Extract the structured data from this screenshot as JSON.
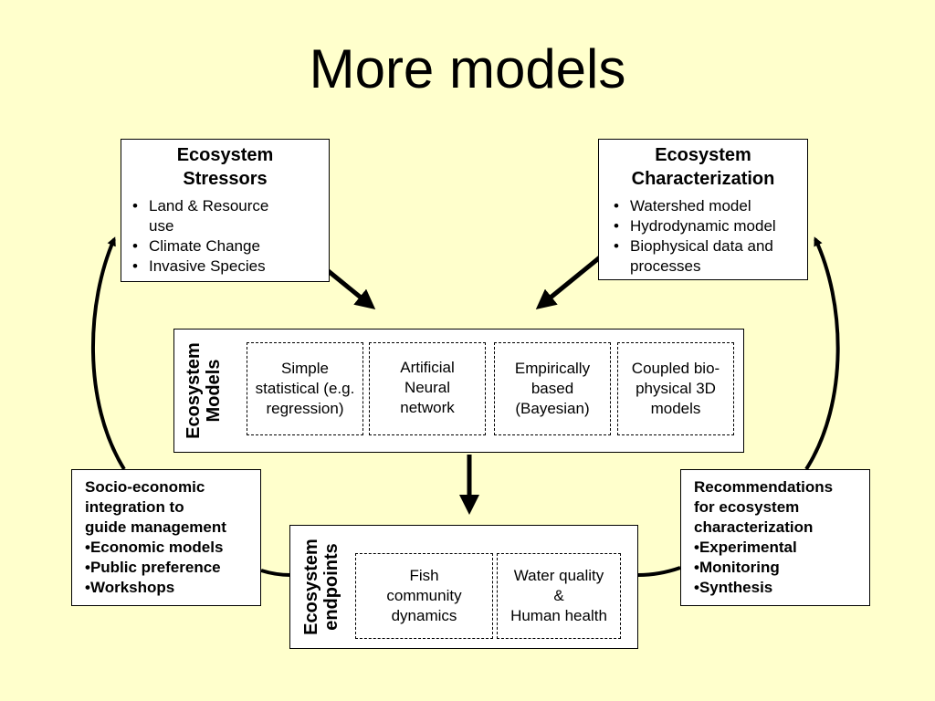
{
  "title": "More models",
  "stressors": {
    "title_line1": "Ecosystem",
    "title_line2": "Stressors",
    "items": [
      "Land & Resource",
      "use",
      "Climate Change",
      "Invasive Species"
    ]
  },
  "characterization": {
    "title_line1": "Ecosystem",
    "title_line2": "Characterization",
    "items": [
      "Watershed model",
      "Hydrodynamic model",
      "Biophysical data and",
      "processes"
    ]
  },
  "models": {
    "label_line1": "Ecosystem",
    "label_line2": "Models",
    "cells": [
      {
        "line1": "Simple",
        "line2": "statistical (e.g.",
        "line3": "regression)"
      },
      {
        "line1": "Artificial",
        "line2": "Neural",
        "line3": "network"
      },
      {
        "line1": "Empirically",
        "line2": "based",
        "line3": "(Bayesian)"
      },
      {
        "line1": "Coupled bio-",
        "line2": "physical 3D",
        "line3": "models"
      }
    ]
  },
  "endpoints": {
    "label_line1": "Ecosystem",
    "label_line2": "endpoints",
    "cells": [
      {
        "line1": "Fish",
        "line2": "community",
        "line3": "dynamics"
      },
      {
        "line1": "Water quality",
        "line2": "&",
        "line3": "Human health"
      }
    ]
  },
  "socio": {
    "lines": [
      "Socio-economic",
      "integration to",
      "guide management",
      "•Economic models",
      "•Public preference",
      "•Workshops"
    ]
  },
  "recommendations": {
    "lines": [
      "Recommendations",
      "for ecosystem",
      "characterization",
      "•Experimental",
      "•Monitoring",
      "•Synthesis"
    ]
  }
}
